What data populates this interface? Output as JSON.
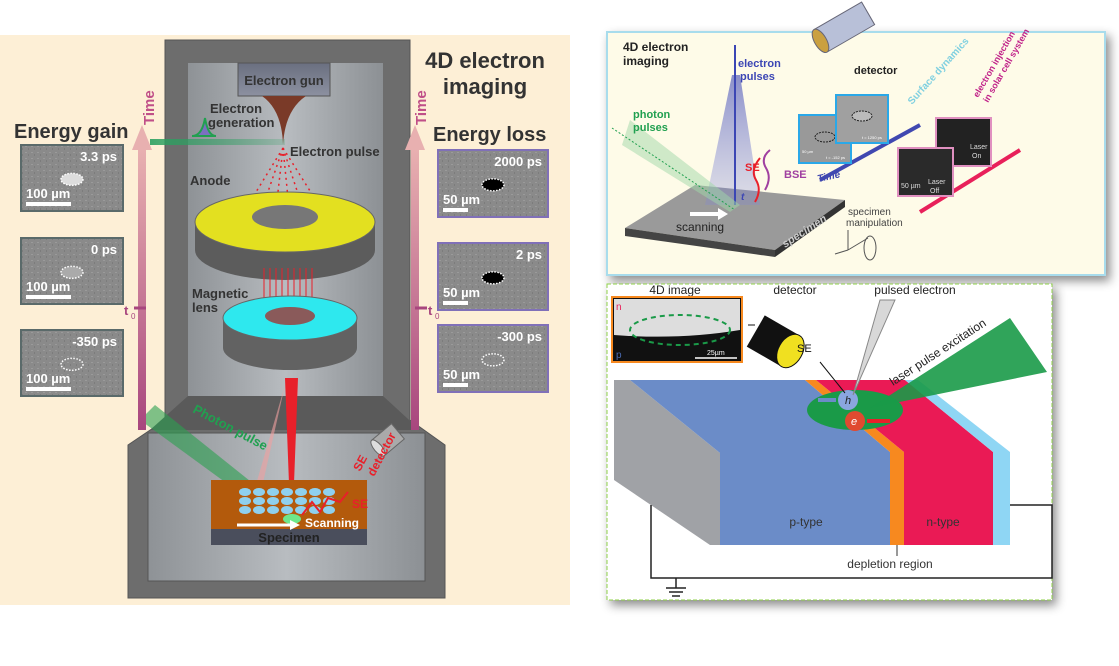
{
  "left_panel": {
    "title_line1": "4D electron",
    "title_line2": "imaging",
    "energy_gain": "Energy gain",
    "energy_loss": "Energy loss",
    "time_label": "Time",
    "t0_label": "t",
    "t0_sub": "0",
    "electron_gun": "Electron gun",
    "electron_generation_1": "Electron",
    "electron_generation_2": "generation",
    "electron_pulse": "Electron pulse",
    "anode": "Anode",
    "magnetic_lens_1": "Magnetic",
    "magnetic_lens_2": "lens",
    "photon_pulse": "Photon pulse",
    "se_detector_1": "SE",
    "se_detector_2": "detector",
    "se": "SE",
    "scanning": "Scanning",
    "specimen": "Specimen",
    "gain_images": [
      {
        "time": "3.3 ps",
        "scale": "100 µm",
        "spot": "bright"
      },
      {
        "time": "0 ps",
        "scale": "100 µm",
        "spot": "faint"
      },
      {
        "time": "-350 ps",
        "scale": "100 µm",
        "spot": "none"
      }
    ],
    "loss_images": [
      {
        "time": "2000 ps",
        "scale": "50 µm",
        "spot": "dark"
      },
      {
        "time": "2 ps",
        "scale": "50 µm",
        "spot": "dark"
      },
      {
        "time": "-300 ps",
        "scale": "50 µm",
        "spot": "none"
      }
    ],
    "colors": {
      "background": "#fdefd6",
      "chamber": "#6b6b6b",
      "anode": "#e3e020",
      "lens": "#2ee8ee",
      "beam": "#e8202a",
      "photon": "#18a050",
      "time_arrow": "#a8467e"
    }
  },
  "top_right_panel": {
    "title_line1": "4D electron",
    "title_line2": "imaging",
    "electron_pulses_1": "electron",
    "electron_pulses_2": "pulses",
    "photon_pulses_1": "photon",
    "photon_pulses_2": "pulses",
    "detector": "detector",
    "surface_dynamics": "Surface dynamics",
    "injection_1": "electron injection",
    "injection_2": "in solar cell system",
    "se": "SE",
    "bse": "BSE",
    "t": "t",
    "time": "Time",
    "scanning": "scanning",
    "specimen": "specimen",
    "manipulation_1": "specimen",
    "manipulation_2": "manipulation",
    "frame_times": [
      "t = -152 ps",
      "t = 1250 ps"
    ],
    "frame_scale": "50 µm",
    "laser_off_1": "Laser",
    "laser_off_2": "Off",
    "laser_on_1": "Laser",
    "laser_on_2": "On",
    "laser_scale": "50 µm"
  },
  "bottom_right_panel": {
    "image_label": "4D image",
    "detector": "detector",
    "pulsed_electron": "pulsed electron",
    "laser": "laser pulse excitation",
    "n": "n",
    "p": "p",
    "scale": "25µm",
    "se": "SE",
    "hole": "h",
    "electron": "e",
    "p_type": "p-type",
    "n_type": "n-type",
    "depletion": "depletion region",
    "colors": {
      "p_type": "#6b8cc8",
      "n_type": "#ea1a55",
      "depletion": "#f7891f",
      "contact": "#8fd6f4",
      "excitation": "#1a9a48"
    }
  }
}
